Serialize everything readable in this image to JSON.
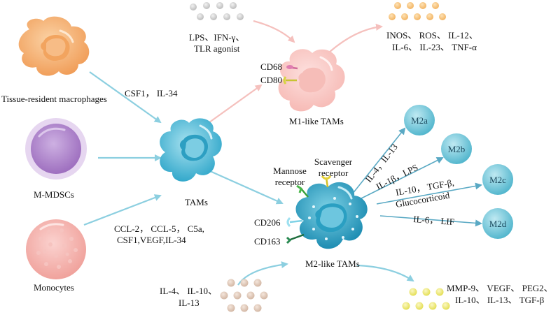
{
  "cells": {
    "tissue": "Tissue-resident macrophages",
    "mdsc": "M-MDSCs",
    "mono": "Monocytes",
    "tams": "TAMs",
    "m1": "M1-like TAMs",
    "m2": "M2-like TAMs"
  },
  "signals": {
    "csf": "CSF1， IL-34",
    "ccl_line1": "CCL-2， CCL-5， C5a,",
    "ccl_line2": "CSF1,VEGF,IL-34",
    "lps_line1": "LPS、IFN-γ、",
    "lps_line2": "TLR agonist",
    "m1_out_line1": "INOS、 ROS、 IL-12、",
    "m1_out_line2": "IL-6、 IL-23、 TNF-α",
    "il4_line1": "IL-4、 IL-10、",
    "il4_line2": "IL-13",
    "m2_out_line1": "MMP-9、 VEGF、 PEG2、",
    "m2_out_line2": "IL-10、 IL-13、 TGF-β"
  },
  "markers": {
    "cd68": "CD68",
    "cd80": "CD80",
    "cd206": "CD206",
    "cd163": "CD163",
    "mannose_line1": "Mannose",
    "mannose_line2": "receptor",
    "scavenger_line1": "Scavenger",
    "scavenger_line2": "receptor"
  },
  "subtypes": {
    "m2a": "M2a",
    "m2b": "M2b",
    "m2c": "M2c",
    "m2d": "M2d",
    "a_label": "IL-4，IL-13",
    "b_label": "IL-1β，LPS",
    "c_label_line1": "IL-10， TGF-β,",
    "c_label_line2": "Glucocorticoid",
    "d_label": "IL-6， LIF"
  },
  "colors": {
    "arrow_blue": "#8ccfe0",
    "arrow_pink": "#f5c0bd",
    "tams_cyan": "#4db6d3",
    "m2_dark": "#1d8eb2",
    "subtype_teal": "#5fbcd0",
    "macrophage_orange": "#f4b47a",
    "mdsc_purple": "#b48fcf",
    "monocyte_pink": "#f4b2ae"
  }
}
